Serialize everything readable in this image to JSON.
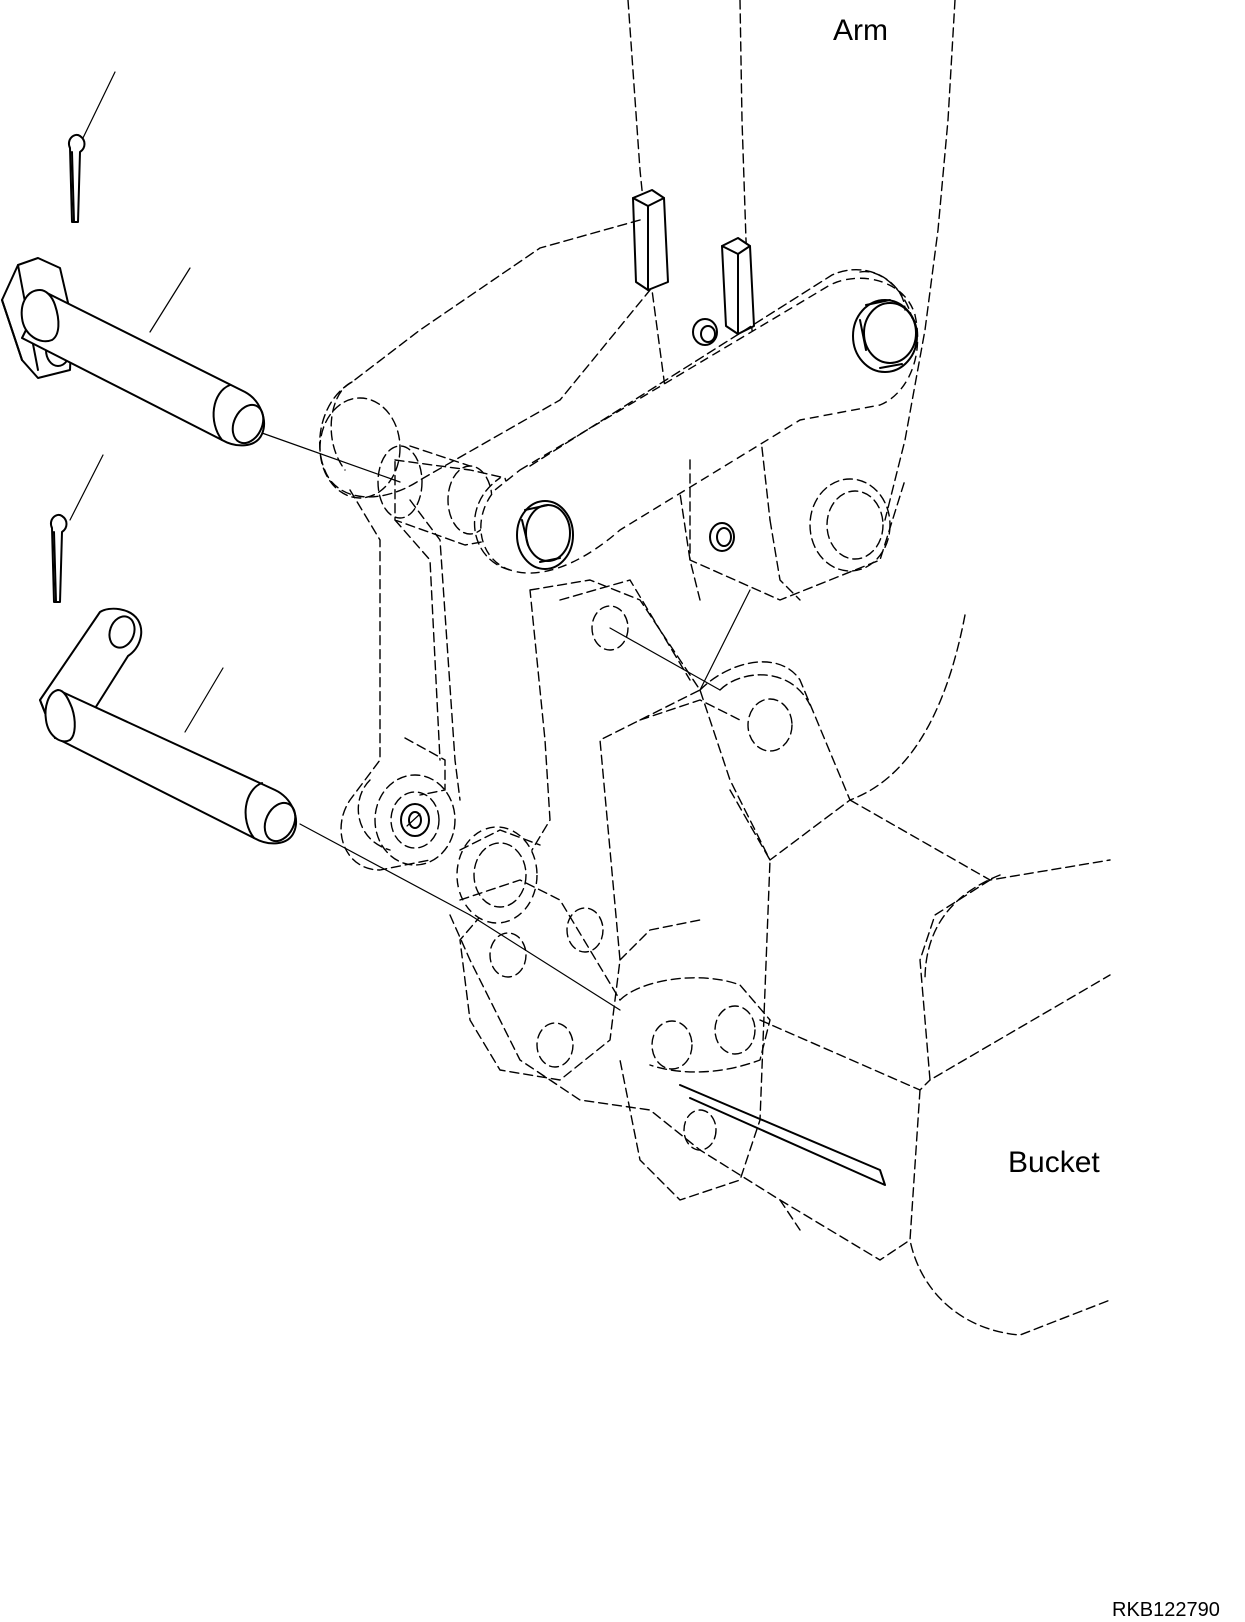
{
  "labels": {
    "arm": "Arm",
    "bucket": "Bucket",
    "drawing_code": "RKB122790"
  },
  "parts": {
    "upper_pin": "pin",
    "upper_cotter_pin": "cotter-pin",
    "lower_pin": "pin",
    "lower_cotter_pin": "cotter-pin"
  },
  "colors": {
    "line": "#000000",
    "background": "#ffffff"
  }
}
